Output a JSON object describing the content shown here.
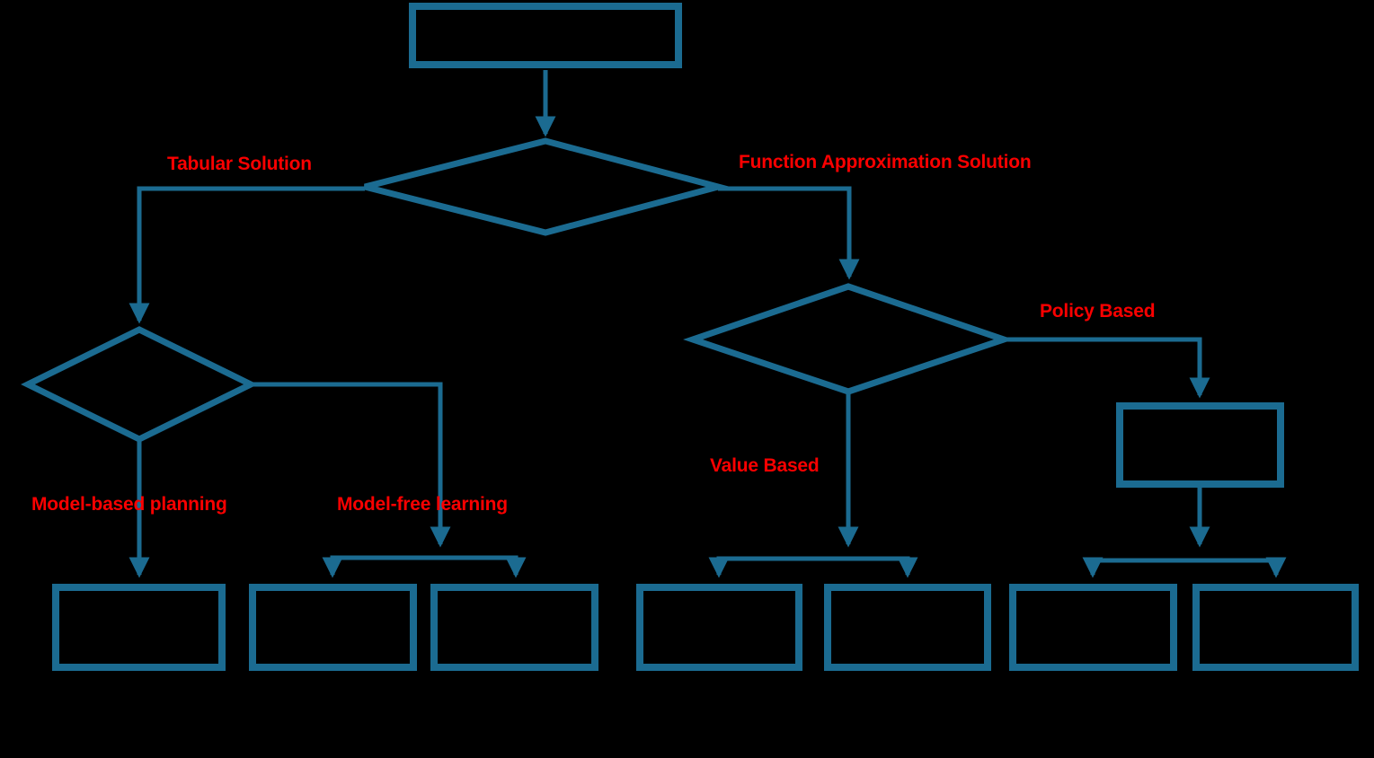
{
  "flowchart": {
    "background_color": "#000000",
    "shape_stroke_color": "#1B6B91",
    "branch_label_color": "#FA0000",
    "branch_labels": {
      "tabular": "Tabular Solution",
      "function_approximation": "Function Approximation Solution",
      "model_based": "Model-based planning",
      "model_free": "Model-free learning",
      "value_based": "Value Based",
      "policy_based": "Policy Based"
    },
    "nodes": [
      {
        "id": "start",
        "shape": "rectangle",
        "text": ""
      },
      {
        "id": "root-decision",
        "shape": "diamond",
        "text": ""
      },
      {
        "id": "tabular-decision",
        "shape": "diamond",
        "text": ""
      },
      {
        "id": "function-approx-decision",
        "shape": "diamond",
        "text": ""
      },
      {
        "id": "policy-intermediate",
        "shape": "rectangle",
        "text": ""
      },
      {
        "id": "model-based-leaf",
        "shape": "rectangle",
        "text": ""
      },
      {
        "id": "model-free-leaf-1",
        "shape": "rectangle",
        "text": ""
      },
      {
        "id": "model-free-leaf-2",
        "shape": "rectangle",
        "text": ""
      },
      {
        "id": "value-based-leaf-1",
        "shape": "rectangle",
        "text": ""
      },
      {
        "id": "value-based-leaf-2",
        "shape": "rectangle",
        "text": ""
      },
      {
        "id": "policy-based-leaf-1",
        "shape": "rectangle",
        "text": ""
      },
      {
        "id": "policy-based-leaf-2",
        "shape": "rectangle",
        "text": ""
      }
    ]
  }
}
